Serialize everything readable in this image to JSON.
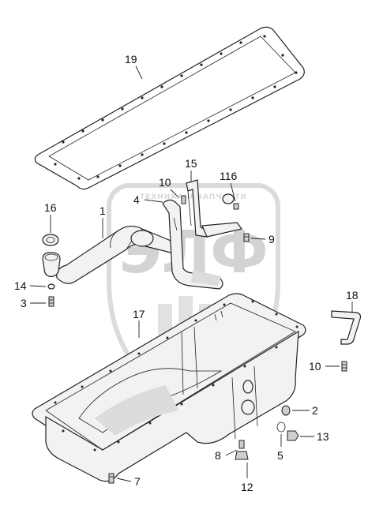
{
  "watermark": {
    "top_text": "ТЕХНИКА И ЗАПЧАСТИ",
    "logo_text": "ЭЛФ"
  },
  "callouts": [
    {
      "id": "19",
      "text": "19"
    },
    {
      "id": "15",
      "text": "15"
    },
    {
      "id": "10a",
      "text": "10"
    },
    {
      "id": "116",
      "text": "116"
    },
    {
      "id": "4",
      "text": "4"
    },
    {
      "id": "16",
      "text": "16"
    },
    {
      "id": "1",
      "text": "1"
    },
    {
      "id": "9",
      "text": "9"
    },
    {
      "id": "14",
      "text": "14"
    },
    {
      "id": "3",
      "text": "3"
    },
    {
      "id": "17",
      "text": "17"
    },
    {
      "id": "18",
      "text": "18"
    },
    {
      "id": "10b",
      "text": "10"
    },
    {
      "id": "2",
      "text": "2"
    },
    {
      "id": "13",
      "text": "13"
    },
    {
      "id": "5",
      "text": "5"
    },
    {
      "id": "8",
      "text": "8"
    },
    {
      "id": "7",
      "text": "7"
    },
    {
      "id": "12",
      "text": "12"
    }
  ]
}
